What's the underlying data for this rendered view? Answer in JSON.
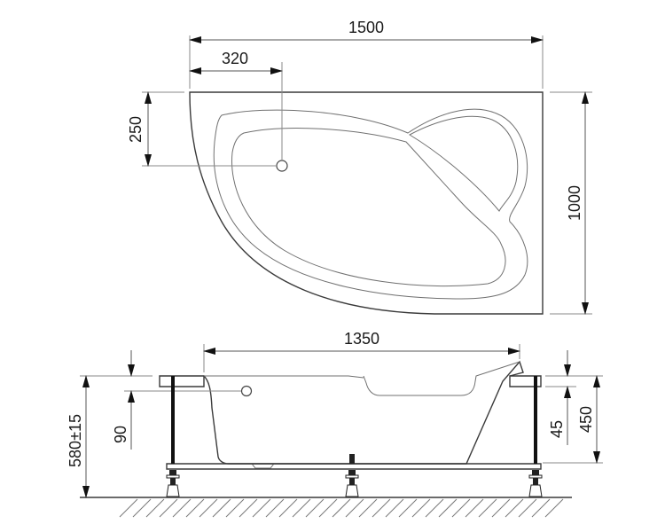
{
  "drawing": {
    "subject": "corner bathtub technical drawing",
    "colors": {
      "line": "#3a3a3a",
      "dimension": "#555555",
      "text": "#1a1a1a",
      "background": "#ffffff"
    }
  },
  "top_view": {
    "name": "plan view",
    "dimensions": {
      "overall_length": "1500",
      "drain_offset_x": "320",
      "drain_offset_y": "250",
      "overall_width": "1000"
    }
  },
  "side_view": {
    "name": "side elevation",
    "dimensions": {
      "inner_length": "1350",
      "overflow_depth": "90",
      "total_height": "580±15",
      "rim_thickness": "45",
      "body_height": "450"
    }
  }
}
